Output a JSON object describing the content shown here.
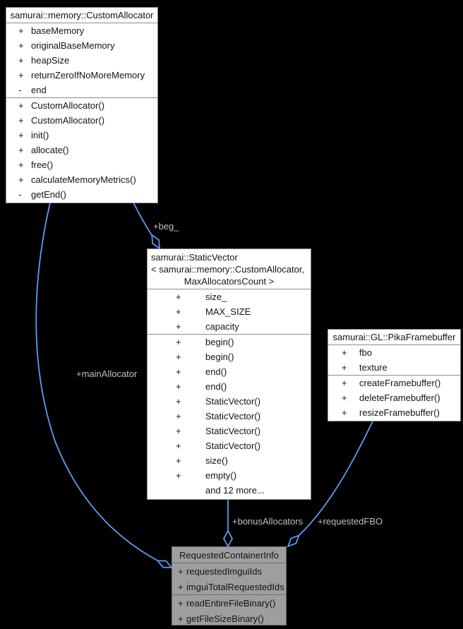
{
  "colors": {
    "background": "#000000",
    "edge": "#5c9cf5",
    "node_fill": "#ffffff",
    "node_border": "#8c8c8c",
    "highlight_fill": "#9e9e9e",
    "edge_label": "#c0c0c0"
  },
  "classes": [
    {
      "title": "samurai::memory::CustomAllocator",
      "attributes": [
        {
          "vis": "+",
          "name": "baseMemory"
        },
        {
          "vis": "+",
          "name": "originalBaseMemory"
        },
        {
          "vis": "+",
          "name": "heapSize"
        },
        {
          "vis": "+",
          "name": "returnZeroIfNoMoreMemory"
        },
        {
          "vis": "-",
          "name": "end"
        }
      ],
      "methods": [
        {
          "vis": "+",
          "name": "CustomAllocator()"
        },
        {
          "vis": "+",
          "name": "CustomAllocator()"
        },
        {
          "vis": "+",
          "name": "init()"
        },
        {
          "vis": "+",
          "name": "allocate()"
        },
        {
          "vis": "+",
          "name": "free()"
        },
        {
          "vis": "+",
          "name": "calculateMemoryMetrics()"
        },
        {
          "vis": "-",
          "name": "getEnd()"
        }
      ]
    },
    {
      "title_lines": [
        "samurai::StaticVector",
        "< samurai::memory::CustomAllocator,",
        "MaxAllocatorsCount >"
      ],
      "attributes": [
        {
          "vis": "+",
          "name": "size_"
        },
        {
          "vis": "+",
          "name": "MAX_SIZE"
        },
        {
          "vis": "+",
          "name": "capacity"
        }
      ],
      "methods": [
        {
          "vis": "+",
          "name": "begin()"
        },
        {
          "vis": "+",
          "name": "begin()"
        },
        {
          "vis": "+",
          "name": "end()"
        },
        {
          "vis": "+",
          "name": "end()"
        },
        {
          "vis": "+",
          "name": "StaticVector()"
        },
        {
          "vis": "+",
          "name": "StaticVector()"
        },
        {
          "vis": "+",
          "name": "StaticVector()"
        },
        {
          "vis": "+",
          "name": "StaticVector()"
        },
        {
          "vis": "+",
          "name": "size()"
        },
        {
          "vis": "+",
          "name": "empty()"
        }
      ],
      "more_label": "and 12 more..."
    },
    {
      "title": "samurai::GL::PikaFramebuffer",
      "attributes": [
        {
          "vis": "+",
          "name": "fbo"
        },
        {
          "vis": "+",
          "name": "texture"
        }
      ],
      "methods": [
        {
          "vis": "+",
          "name": "createFramebuffer()"
        },
        {
          "vis": "+",
          "name": "deleteFramebuffer()"
        },
        {
          "vis": "+",
          "name": "resizeFramebuffer()"
        }
      ]
    },
    {
      "title": "RequestedContainerInfo",
      "attributes": [
        {
          "vis": "+",
          "name": "requestedImguiIds"
        },
        {
          "vis": "+",
          "name": "imguiTotalRequestedIds"
        }
      ],
      "methods": [
        {
          "vis": "+",
          "name": "readEntireFileBinary()"
        },
        {
          "vis": "+",
          "name": "getFileSizeBinary()"
        }
      ]
    }
  ],
  "edges": {
    "beg": {
      "label": "+beg_"
    },
    "main_allocator": {
      "label": "+mainAllocator"
    },
    "bonus_allocators": {
      "label": "+bonusAllocators"
    },
    "requested_fbo": {
      "label": "+requestedFBO"
    }
  }
}
